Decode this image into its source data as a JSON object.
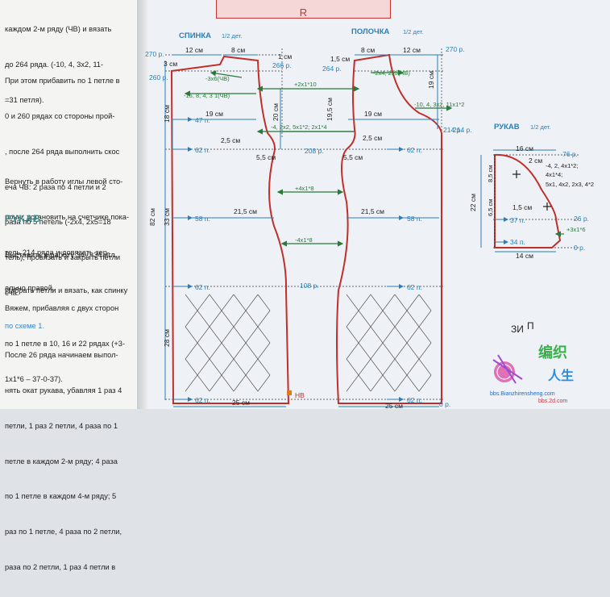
{
  "left_text": {
    "para1": [
      "каждом 2-м ряду (ЧВ) и вязать",
      "до 264 ряда. (-10, 4, 3х2, 11-",
      "=31 петля)."
    ],
    "para2": [
      "При этом прибавить по 1 петле в",
      "0 и 260 рядах со стороны прой-",
      ", после 264 ряда выполнить скос",
      "еча ЧВ: 2 раза по 4 петли и 2",
      "раза по 5 петель (-2х4, 2х5=18",
      "тель), провязать и закрыть петли",
      "еча."
    ],
    "para3": [
      "Вернуть в работу иглы левой сто-",
      "роны, установить на счетчике пока-",
      "тель 214 ряда и довязать зер-",
      "ально правой."
    ],
    "heading_sleeve": "РУКАВ",
    "para4": [
      "Выставить в работу 34-0-34 игл.",
      "Набрать петли и вязать, как спинку",
      "по схеме 1."
    ],
    "para5": [
      "Вяжем, прибавляя с двух сторон",
      "по 1 петле в 10, 16 и 22 рядах (+3-",
      "1х1*6 – 37-0-37)."
    ],
    "para6": [
      "После 26 ряда начинаем выпол-",
      "нять окат рукава, убавляя 1 раз 4",
      "петли, 1 раз 2 петли, 4 раза по 1",
      "петле в каждом 2-м ряду; 4 раза",
      "по 1 петле в каждом 4-м ряду; 5",
      "раз по 1 петле, 4 раза по 2 петли,",
      "раза по 2 петли, 1 раз 4 петли в"
    ]
  },
  "top_label": "R",
  "back": {
    "title": "СПИНКА",
    "subtitle": "1/2 дет.",
    "dims": [
      "12 см",
      "8 см",
      "1 см",
      "3 см",
      "19 см",
      "2,5 см",
      "5,5 см",
      "21,5 см",
      "25 см",
      "20 см",
      "18 см",
      "33 см",
      "82 см",
      "28 см"
    ],
    "rows": [
      "270 р.",
      "266 р.",
      "260 р.",
      "214 р.",
      "208 р.",
      "108 р.",
      "0 р."
    ],
    "stitches": [
      "47 п.",
      "62 п.",
      "58 п.",
      "62 п.",
      "62 п."
    ],
    "formulas": [
      "-3х6(ЧВ)",
      "-15, 8, 4, 3 1(ЧВ)",
      "+2х1*10",
      "-4, 2х2, 5х1*2; 2х1*4",
      "+4х1*8",
      "-4х1*8"
    ],
    "marker": "НВ"
  },
  "front": {
    "title": "ПОЛОЧКА",
    "subtitle": "1/2 дет.",
    "dims": [
      "8 см",
      "12 см",
      "1,5 см",
      "2,5 см",
      "19 см",
      "19,5 см",
      "5,5 см",
      "21,5 см",
      "25 см"
    ],
    "rows": [
      "270 р.",
      "264 р.",
      "214 р."
    ],
    "stitches": [
      "62 п.",
      "58 п.",
      "62 п.",
      "62 п."
    ],
    "formulas": [
      "-2х4, 2х5(ЧВ)",
      "-10, 4, 3х2, 11х1*2"
    ]
  },
  "sleeve": {
    "title": "РУКАВ",
    "subtitle": "1/2 дет.",
    "dims": [
      "16 см",
      "2 см",
      "8,5 см",
      "6,5 см",
      "22 см",
      "1,5 см",
      "14 см"
    ],
    "rows": [
      "76 р.",
      "26 р.",
      "0 р."
    ],
    "stitches": [
      "37 п.",
      "34 п."
    ],
    "formulas": [
      "-4, 2, 4х1*2;",
      "4х1*4;",
      "5х1, 4х2, 2х3, 4*2",
      "+3х1*6"
    ]
  },
  "legend_text": [
    "ЗИ",
    "П"
  ],
  "watermark": {
    "brand_green": "编织",
    "brand_blue": "人生",
    "url1": "bbs.Bianzhirensheng.com",
    "url2": "bbs.2d.com"
  },
  "colors": {
    "outline": "#c0302a",
    "dimension": "#2b7fb5",
    "formula": "#2a7a3b"
  }
}
